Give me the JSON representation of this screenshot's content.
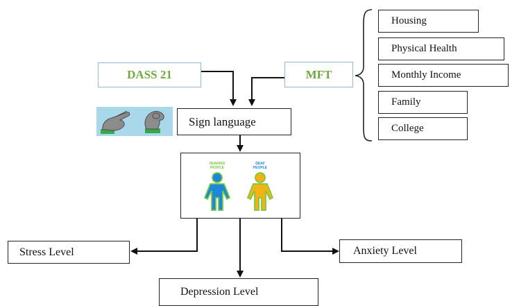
{
  "inputs": {
    "dass": "DASS 21",
    "mft": "MFT"
  },
  "factors": [
    "Housing",
    "Physical Health",
    "Monthly Income",
    "Family",
    "College"
  ],
  "center": {
    "sign_language": "Sign language",
    "image": {
      "hearing_label_1": "HEARING",
      "hearing_label_2": "PEOPLE",
      "deaf_label_1": "DEAF",
      "deaf_label_2": "PEOPLE"
    }
  },
  "outputs": {
    "stress": "Stress Level",
    "anxiety": "Anxiety Level",
    "depression": "Depression Level"
  },
  "colors": {
    "input_text": "#6fa83c",
    "input_border": "#8fb8d8",
    "hearing_figure": "#1e88d8",
    "deaf_figure": "#f2b315",
    "figure_outline": "#7ac943",
    "sign_bg": "#a8d8ea"
  }
}
